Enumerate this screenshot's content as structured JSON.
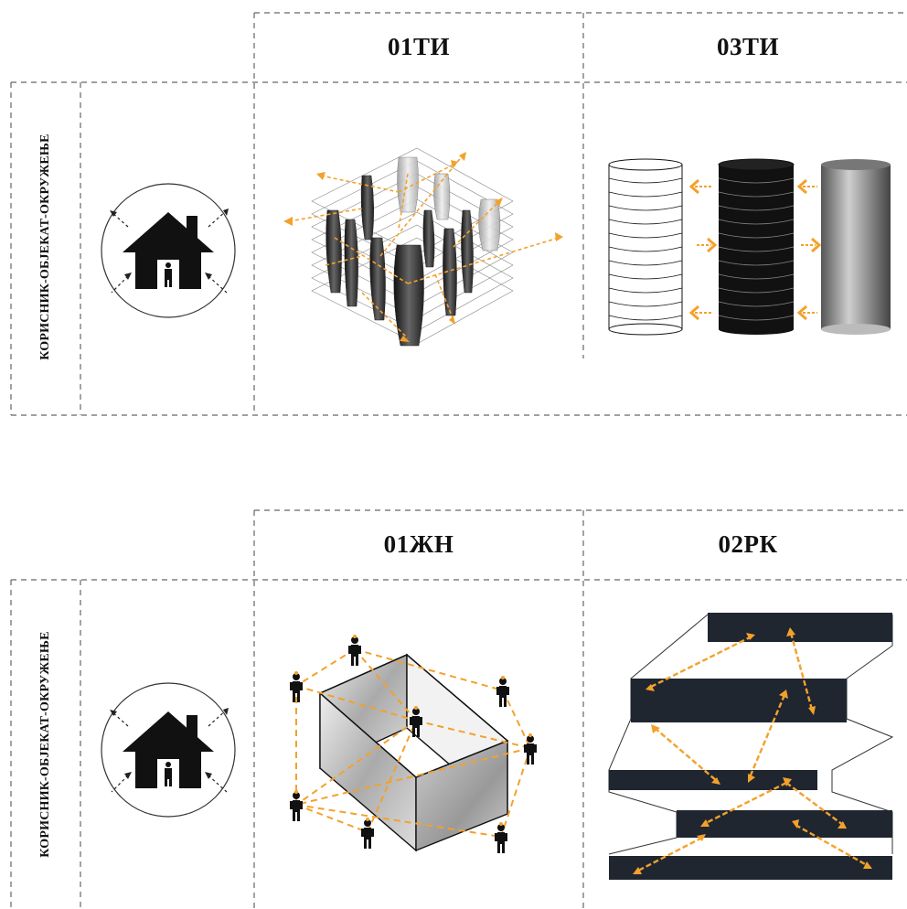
{
  "panels": [
    {
      "side_label": "КОРИСНИК-ОБЈЕКАТ-ОКРУЖЕЊЕ",
      "headers": [
        "01ТИ",
        "03ТИ"
      ]
    },
    {
      "side_label": "КОРИСНИК-ОБЈЕКАТ-ОКРУЖЕЊЕ",
      "headers": [
        "01ЖН",
        "02РК"
      ]
    }
  ],
  "colors": {
    "accent": "#f3a12b",
    "dark": "#1f2630",
    "ink": "#111111",
    "dash": "#555555"
  },
  "icons": {
    "house": "house-with-person-icon",
    "person": "person-icon"
  }
}
